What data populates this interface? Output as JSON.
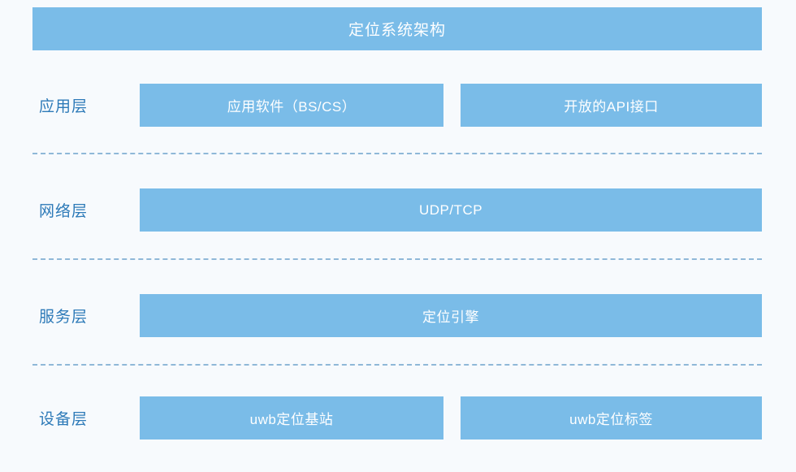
{
  "title": {
    "text": "定位系统架构"
  },
  "colors": {
    "background": "#f7fafd",
    "box_fill": "#7abce8",
    "box_text": "#ffffff",
    "label_text": "#2d7ab8",
    "divider": "#8fb8d8"
  },
  "layers": [
    {
      "label": "应用层",
      "boxes": [
        {
          "text": "应用软件（BS/CS）"
        },
        {
          "text": "开放的API接口"
        }
      ]
    },
    {
      "label": "网络层",
      "boxes": [
        {
          "text": "UDP/TCP"
        }
      ]
    },
    {
      "label": "服务层",
      "boxes": [
        {
          "text": "定位引擎"
        }
      ]
    },
    {
      "label": "设备层",
      "boxes": [
        {
          "text": "uwb定位基站"
        },
        {
          "text": "uwb定位标签"
        }
      ]
    }
  ]
}
